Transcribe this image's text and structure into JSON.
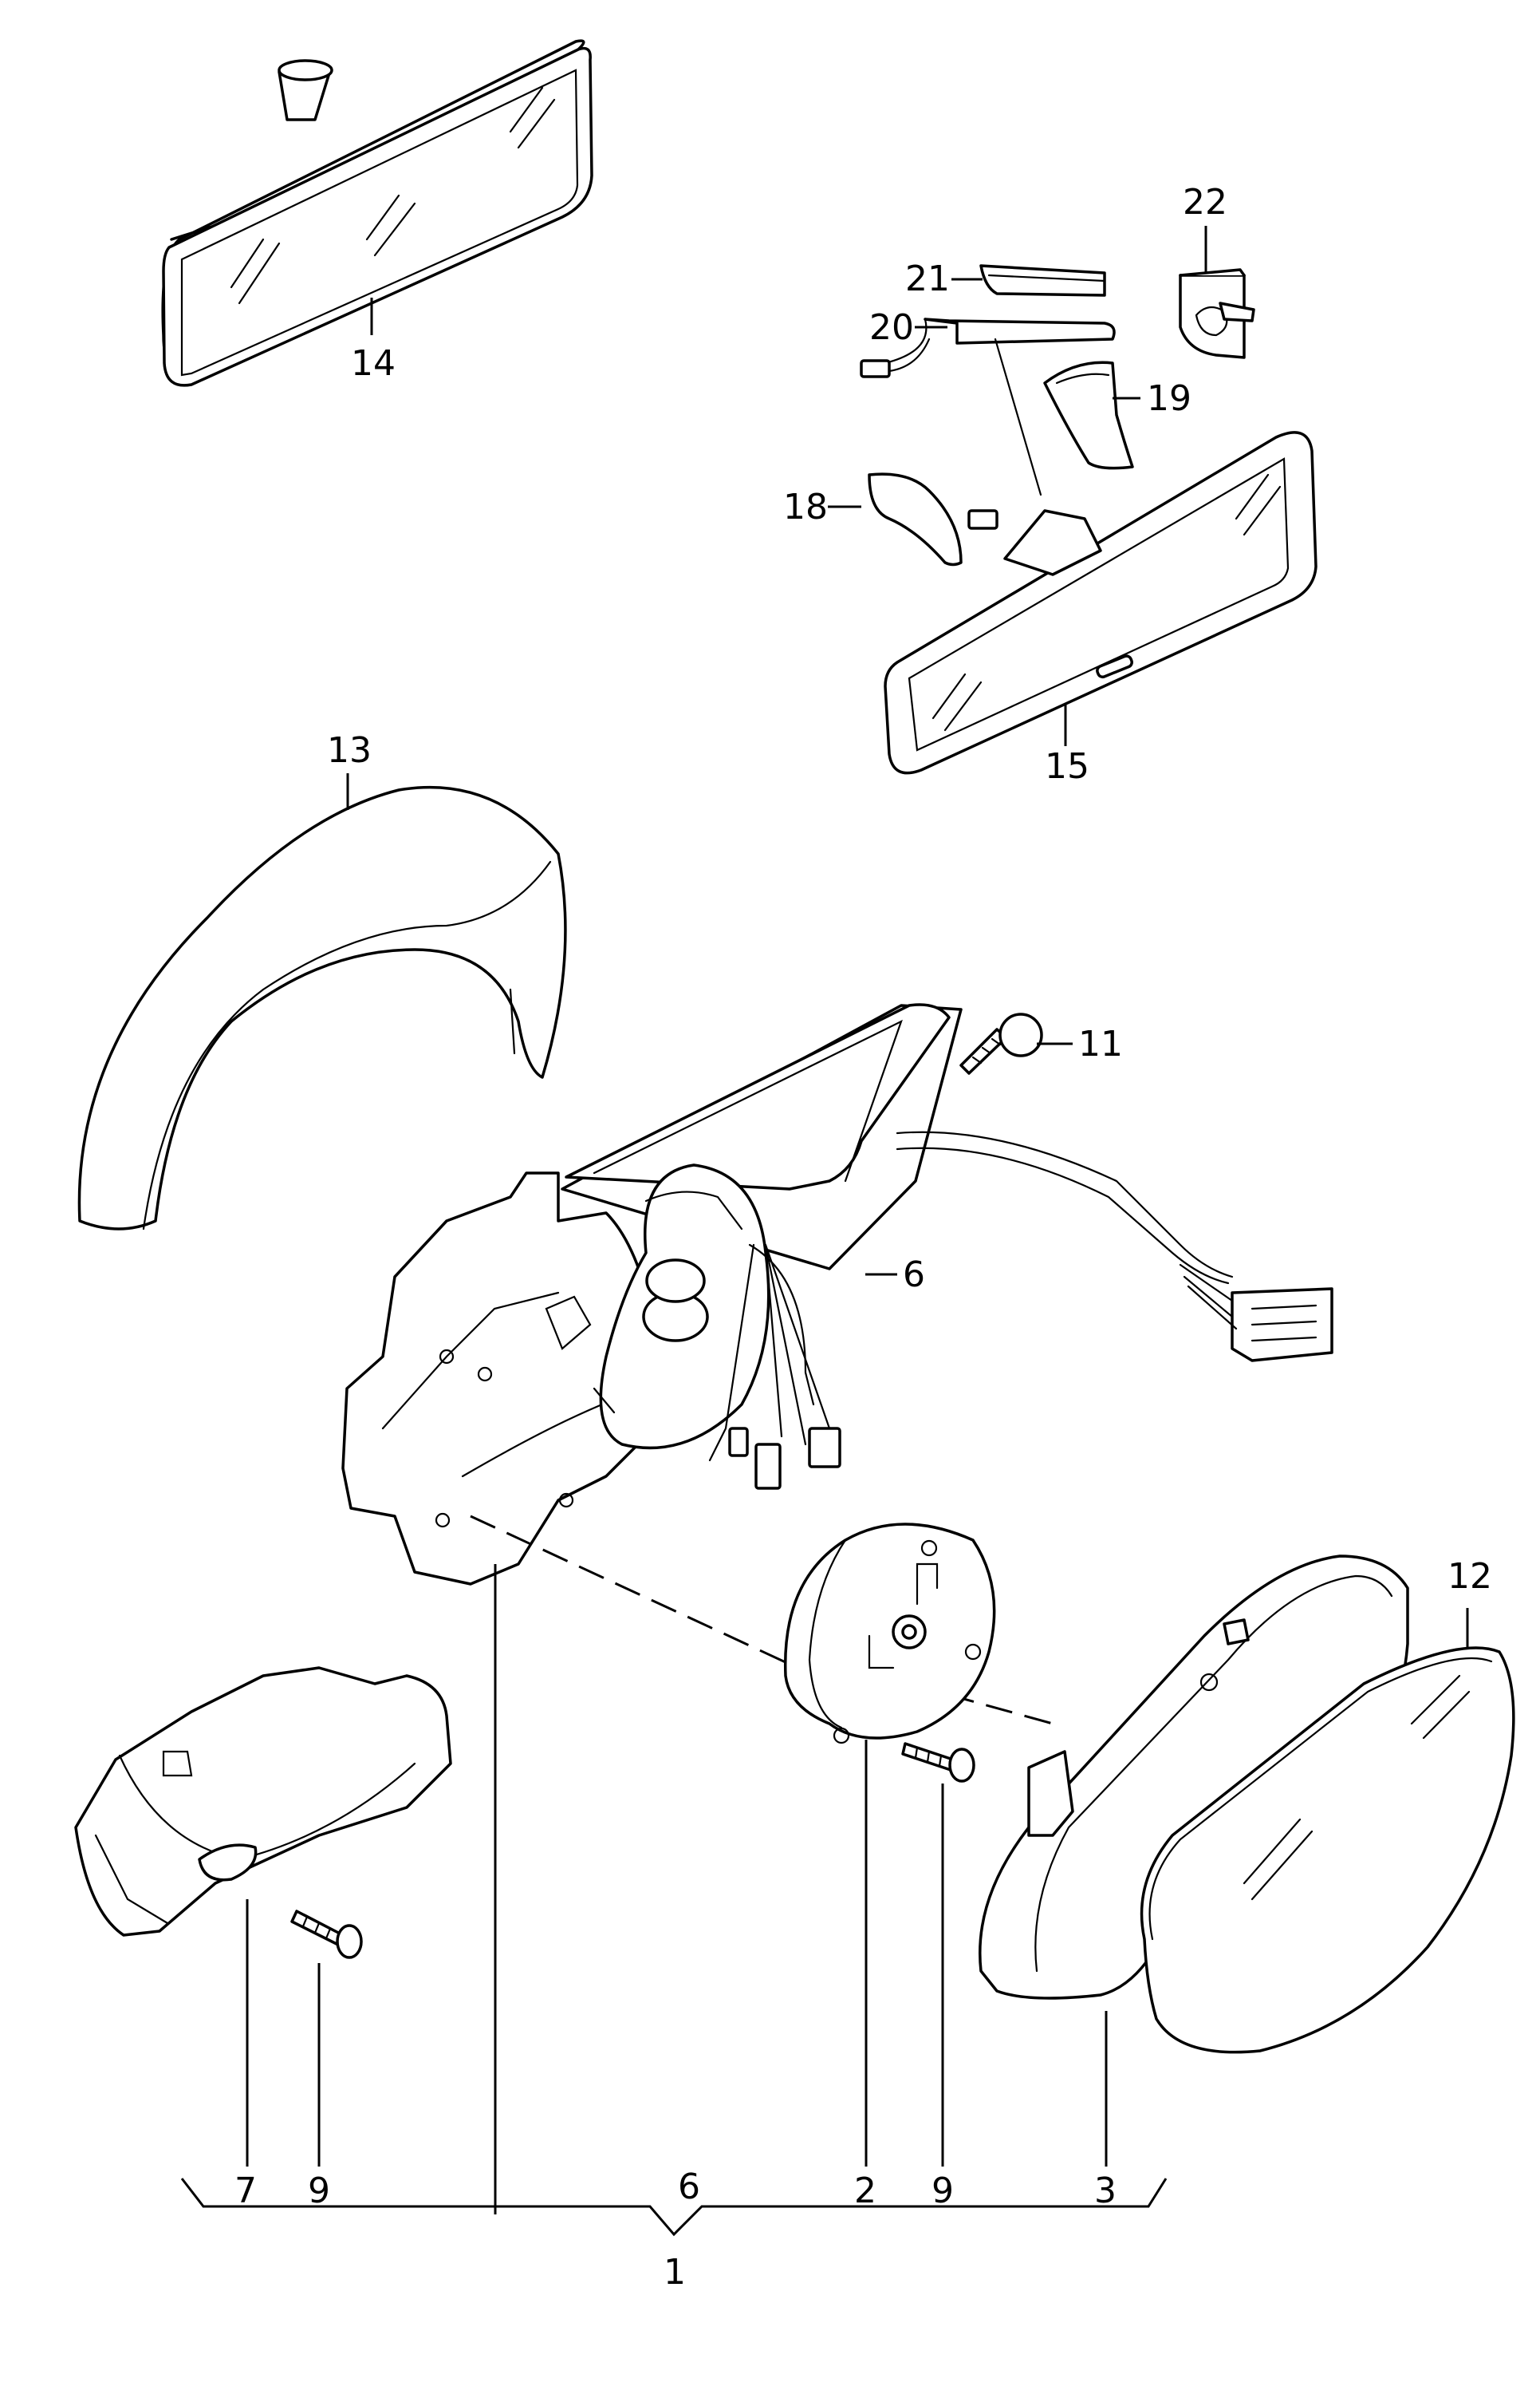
{
  "callouts": {
    "c14": "14",
    "c22": "22",
    "c21": "21",
    "c20": "20",
    "c19": "19",
    "c18": "18",
    "c15": "15",
    "c13": "13",
    "c11": "11",
    "c6_right": "6",
    "c12": "12",
    "c7": "7",
    "c9_left": "9",
    "c6_bottom": "6",
    "c2": "2",
    "c9_right": "9",
    "c3": "3",
    "c1": "1"
  },
  "colors": {
    "line": "#000000",
    "background": "#ffffff"
  }
}
